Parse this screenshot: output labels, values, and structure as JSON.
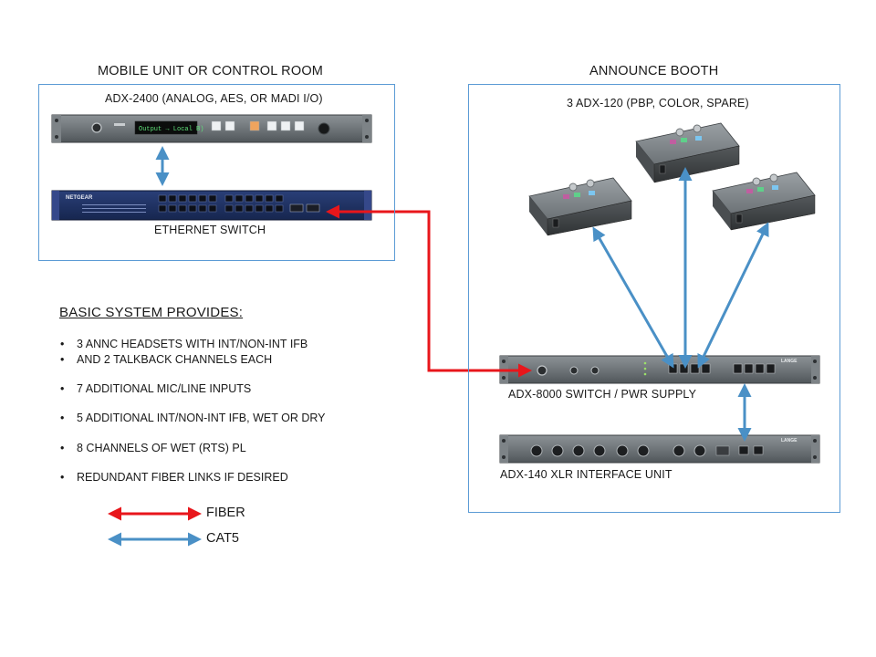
{
  "mobile_unit": {
    "title": "MOBILE UNIT OR CONTROL ROOM",
    "adx2400_label": "ADX-2400 (ANALOG, AES, OR MADI I/O)",
    "adx2400_display": "Output → Local B)",
    "switch_label": "ETHERNET  SWITCH",
    "switch_brand": "NETGEAR"
  },
  "announce_booth": {
    "title": "ANNOUNCE BOOTH",
    "adx120_label": "3  ADX-120 (PBP, COLOR,  SPARE)",
    "adx8000_label": "ADX-8000 SWITCH  / PWR SUPPLY",
    "adx140_label": "ADX-140 XLR INTERFACE  UNIT"
  },
  "basic_system": {
    "heading": "BASIC SYSTEM PROVIDES:",
    "items": [
      "3 ANNC HEADSETS WITH INT/NON-INT  IFB",
      "AND 2 TALKBACK CHANNELS EACH",
      "7 ADDITIONAL  MIC/LINE  INPUTS",
      "5 ADDITIONAL INT/NON-INT  IFB, WET OR DRY",
      "8 CHANNELS OF WET (RTS) PL",
      "REDUNDANT FIBER LINKS IF DESIRED"
    ],
    "bullet": "•"
  },
  "legend": {
    "fiber_label": "FIBER",
    "cat5_label": "CAT5",
    "fiber_color": "#e8161b",
    "cat5_color": "#4a90c6"
  },
  "brand_text": "LANGE"
}
